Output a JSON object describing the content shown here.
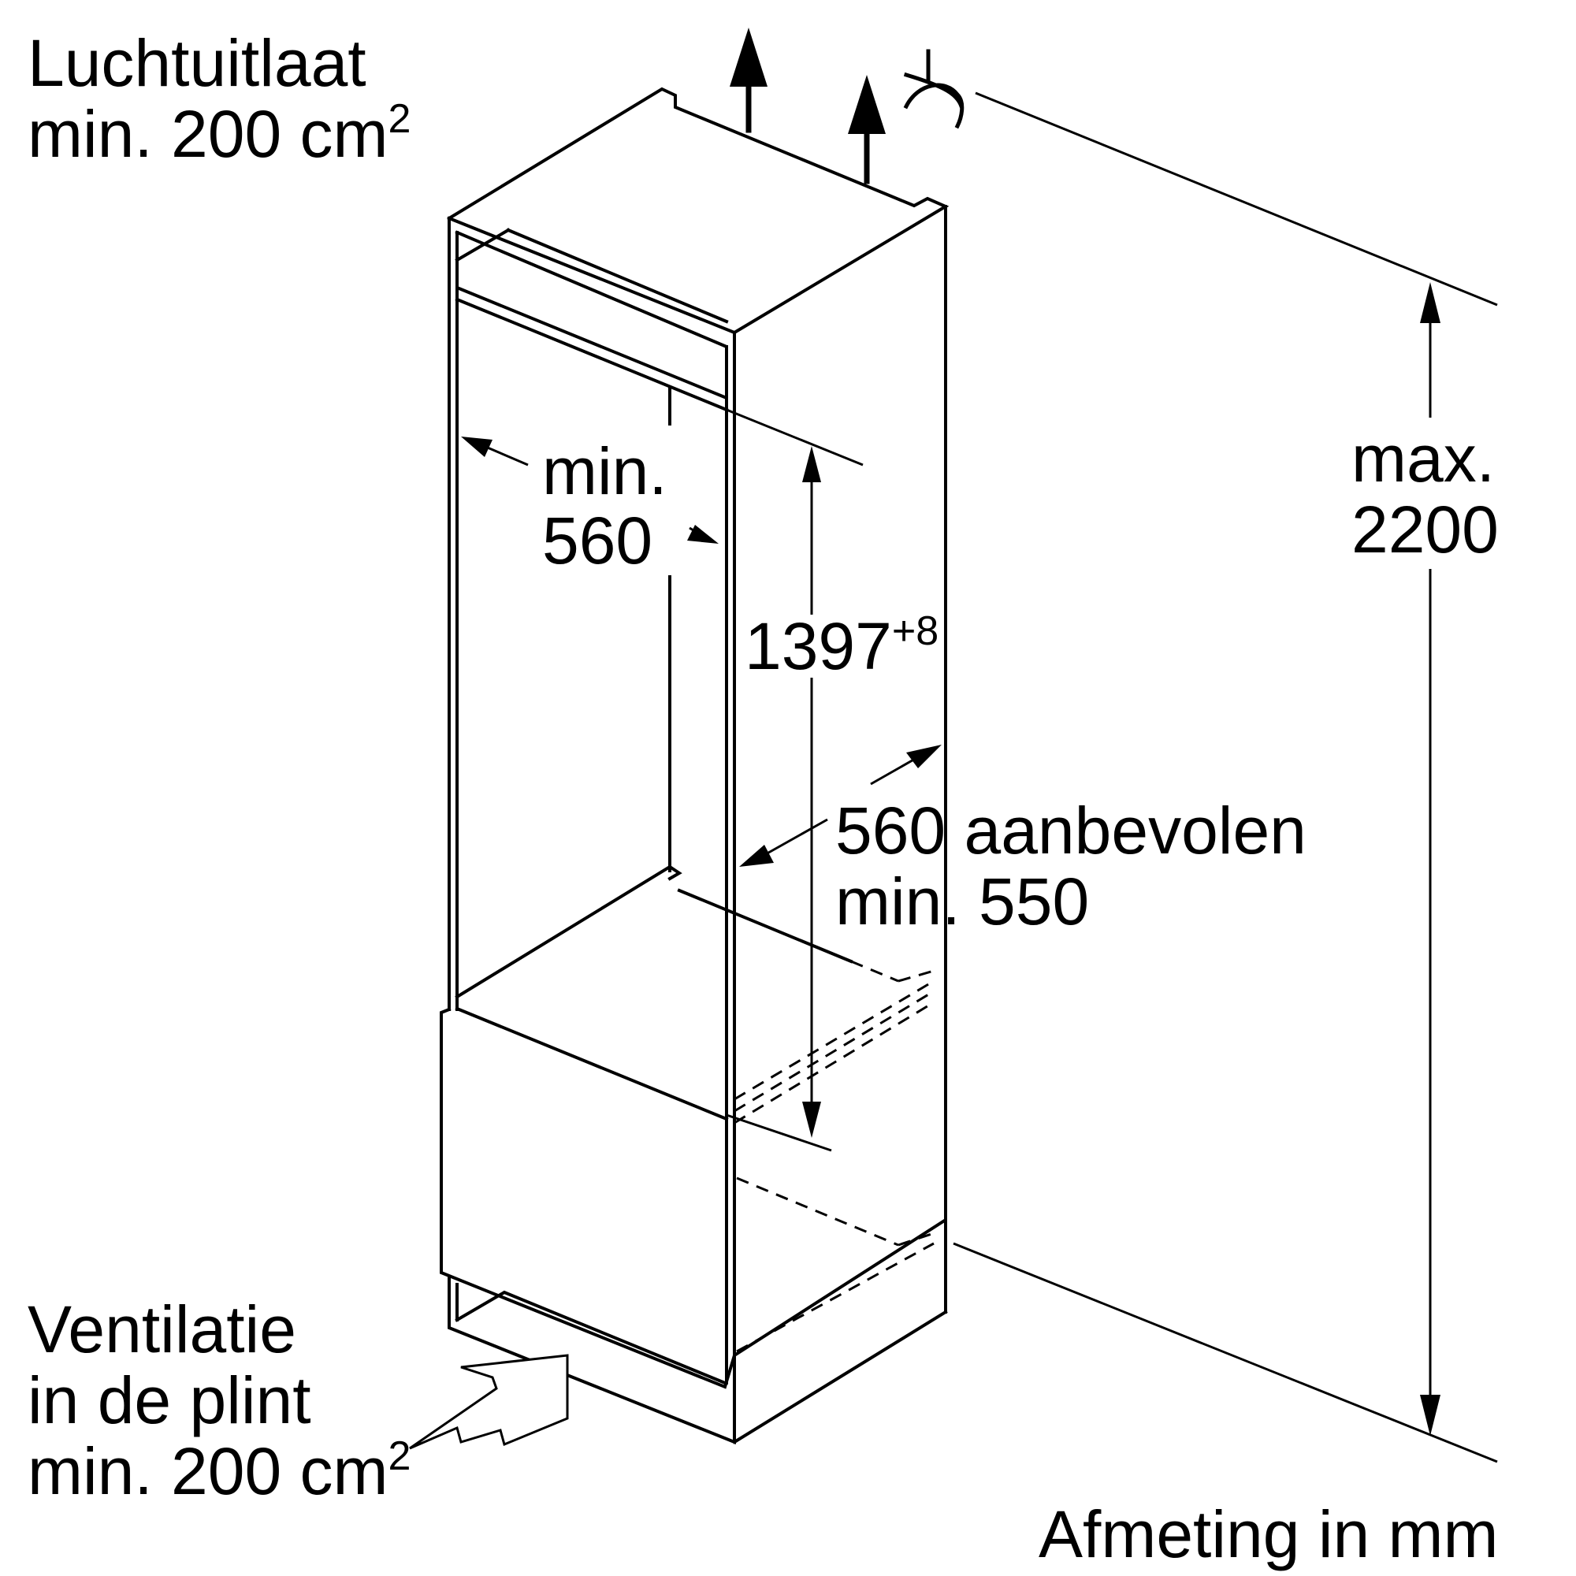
{
  "air_outlet": {
    "line1": "Luchtuitlaat",
    "line2": "min. 200 cm",
    "sup": "2"
  },
  "plinth_ventilation": {
    "line1": "Ventilatie",
    "line2": "in de plint",
    "line3": "min. 200 cm",
    "sup": "2"
  },
  "niche_width": {
    "line1": "min.",
    "line2": "560"
  },
  "niche_height": {
    "value": "1397",
    "tolerance": "+8"
  },
  "niche_depth": {
    "line1": "560 aanbevolen",
    "line2": "min. 550"
  },
  "max_height": {
    "line1": "max.",
    "line2": "2200"
  },
  "units_note": "Afmeting in mm"
}
